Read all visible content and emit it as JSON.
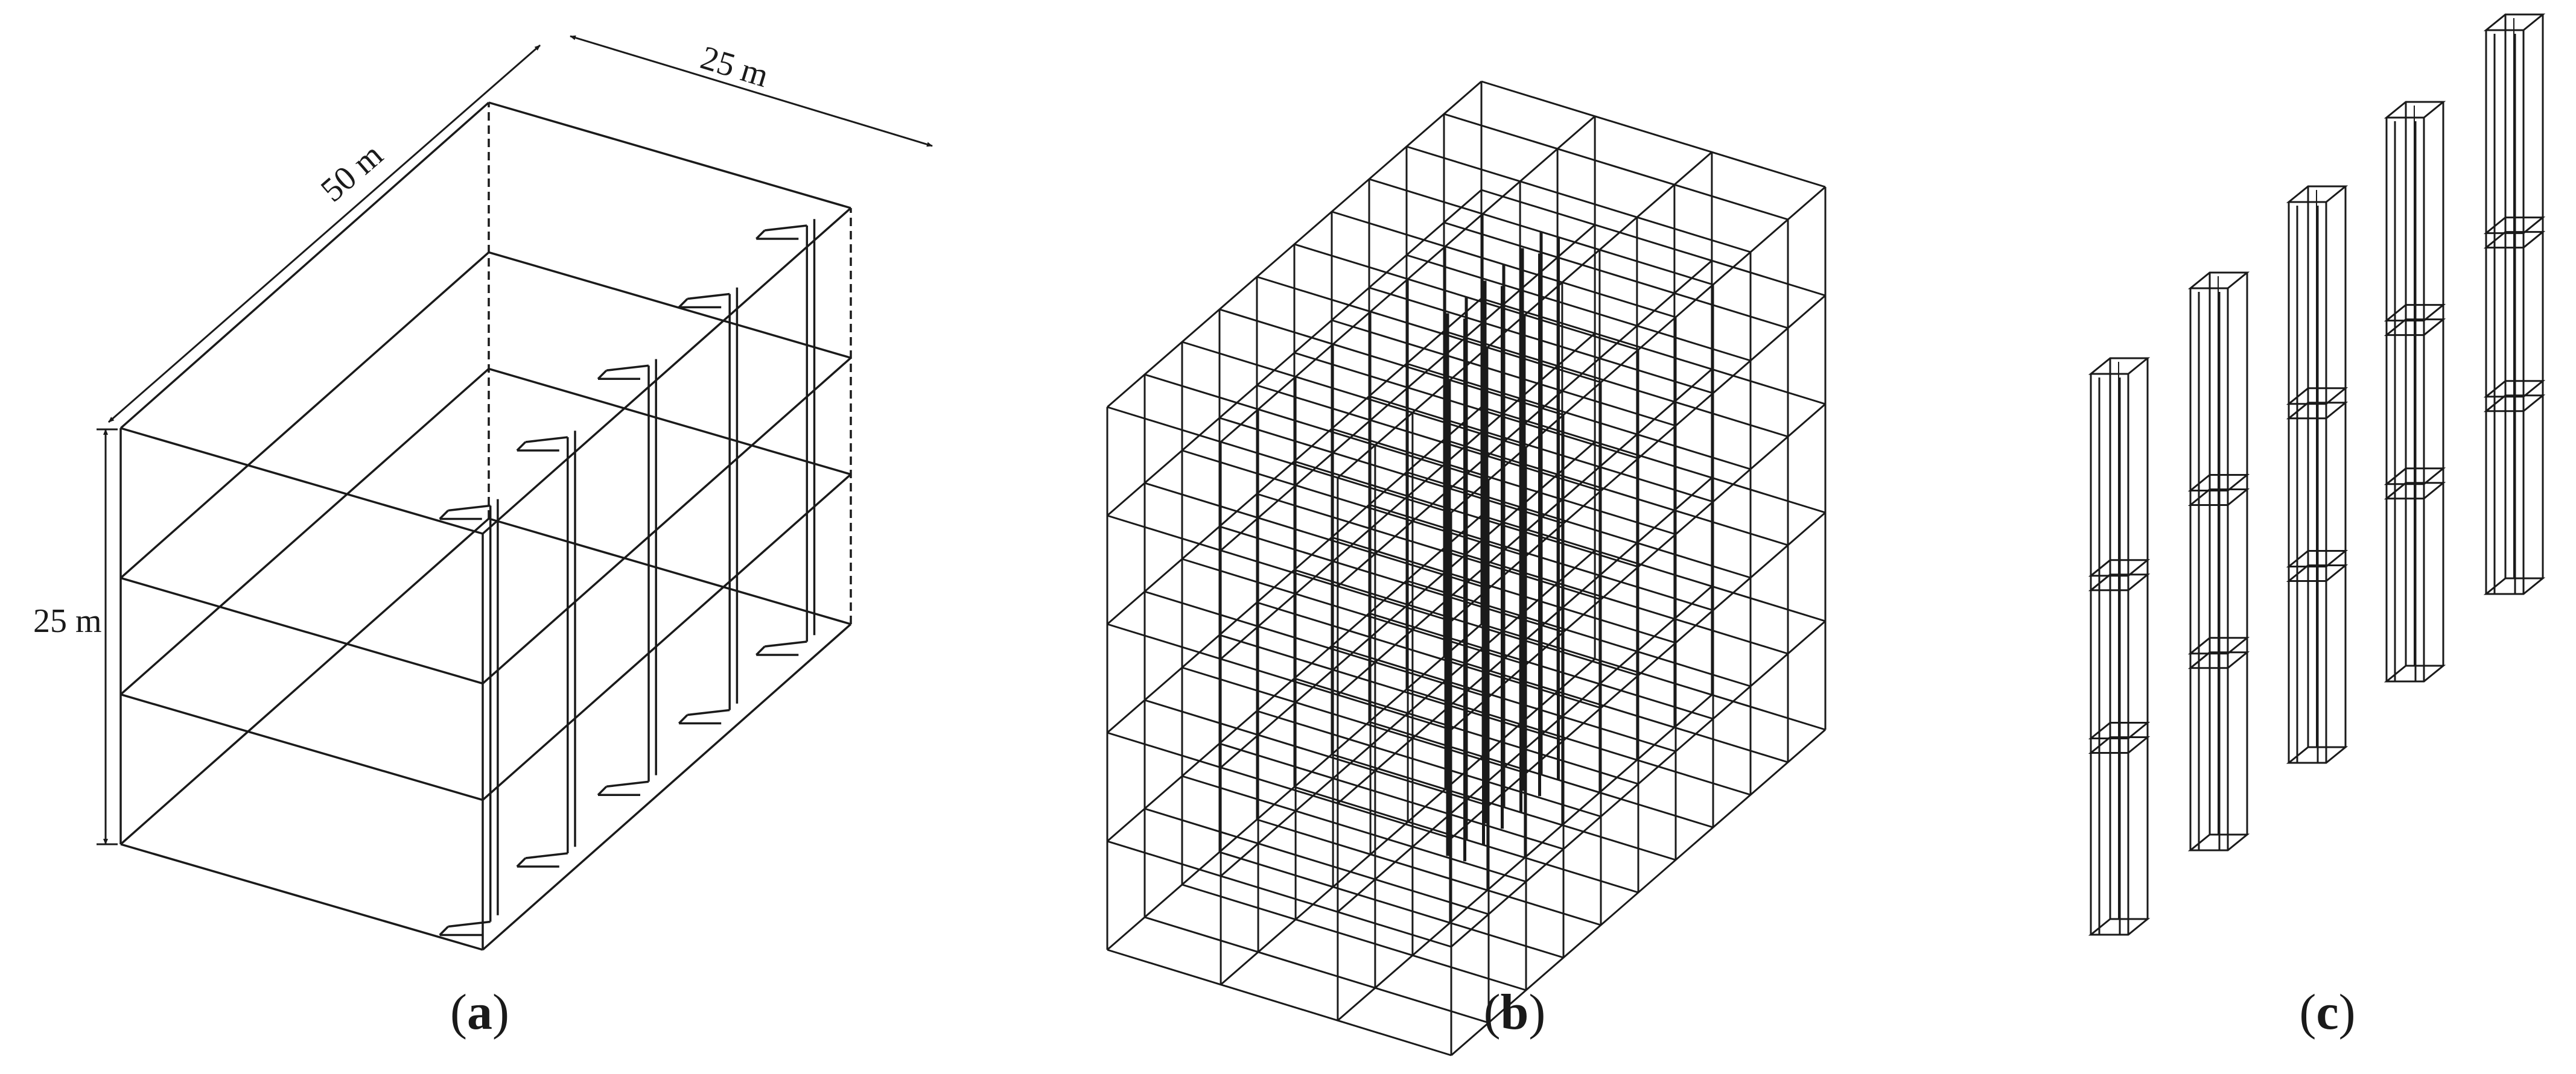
{
  "figure": {
    "panel_a": {
      "dimensions": {
        "length": "50 m",
        "width": "25 m",
        "height": "25 m"
      },
      "caption": {
        "open": "(",
        "letter": "a",
        "close": ")"
      }
    },
    "panel_b": {
      "caption": {
        "open": "(",
        "letter": "b",
        "close": ")"
      }
    },
    "panel_c": {
      "caption": {
        "open": "(",
        "letter": "c",
        "close": ")"
      }
    },
    "colors": {
      "line": "#1a1a1a",
      "background": "#ffffff"
    }
  }
}
